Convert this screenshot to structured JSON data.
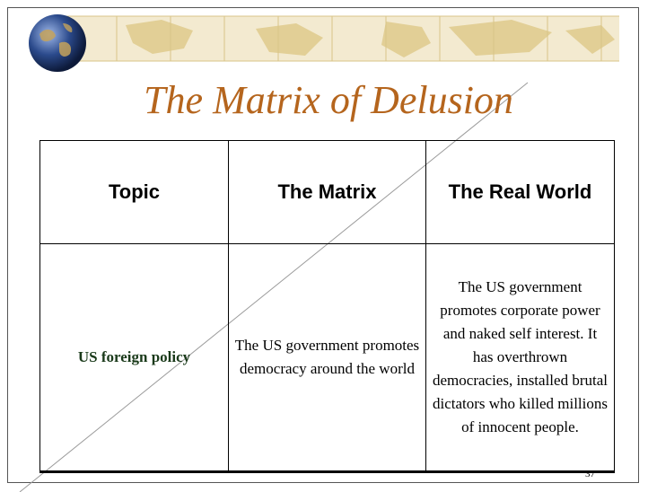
{
  "slide": {
    "title": "The Matrix of Delusion",
    "page_number": "37"
  },
  "table": {
    "headers": [
      "Topic",
      "The Matrix",
      "The Real World"
    ],
    "rows": [
      {
        "topic": "US foreign policy",
        "matrix": "The US government promotes democracy around the world",
        "real_world": "The US government promotes corporate power and naked self interest. It has overthrown democracies, installed brutal dictators who killed millions of innocent people."
      }
    ]
  },
  "colors": {
    "title": "#b5651d",
    "banner": "#e8d9a8",
    "globe": "#2b4a8c"
  },
  "icons": [
    "globe-icon",
    "world-map-banner"
  ]
}
